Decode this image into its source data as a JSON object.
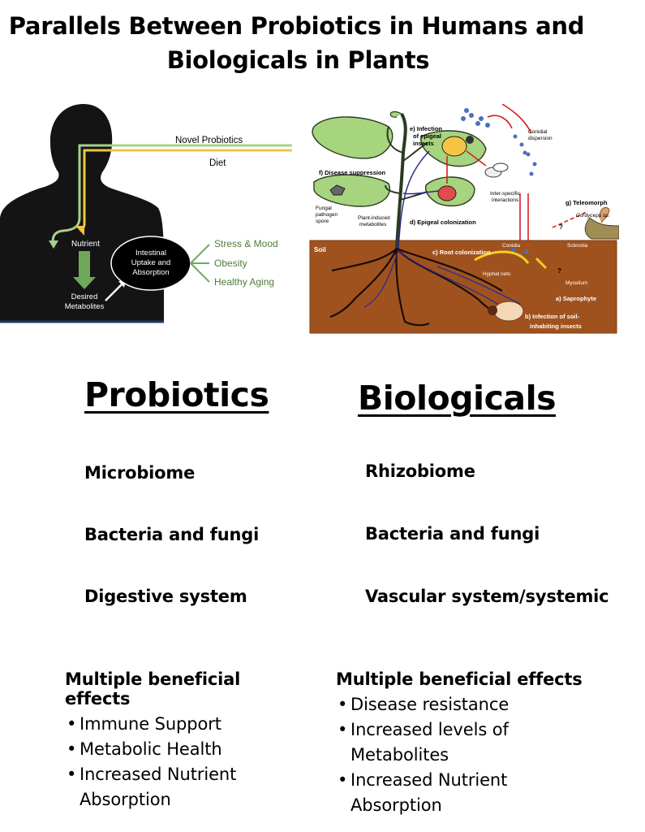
{
  "title": {
    "line1": "Parallels Between Probiotics in Humans and",
    "line2": "Biologicals in Plants"
  },
  "human_figure": {
    "novel_probiotics": "Novel Probiotics",
    "diet": "Diet",
    "nutrient": "Nutrient",
    "desired_metabolites_1": "Desired",
    "desired_metabolites_2": "Metabolites",
    "intestinal_1": "Intestinal",
    "intestinal_2": "Uptake and",
    "intestinal_3": "Absorption",
    "outcomes": [
      "Stress & Mood",
      "Obesity",
      "Healthy Aging"
    ]
  },
  "plant_figure": {
    "e_infection_1": "e) Infection",
    "e_infection_2": "of epigeal",
    "e_infection_3": "insects",
    "conidial_1": "Conidial",
    "conidial_2": "dispersion",
    "f_disease": "f) Disease suppression",
    "inter_specific_1": "Inter-specific",
    "inter_specific_2": "interactions",
    "g_teleomorph": "g) Teleomorph",
    "cordyceps": "Cordyceps sp.",
    "fungal_1": "Fungal",
    "fungal_2": "pathogen",
    "fungal_3": "spore",
    "plant_induced_1": "Plant-induced",
    "plant_induced_2": "metabolites",
    "d_epigeal": "d) Epigeal colonization",
    "q1": "?",
    "q2": "?",
    "soil": "Soil",
    "c_root": "c) Root colonization",
    "conidia": "Conidia",
    "sclerotia": "Sclerotia",
    "hyphal_nets": "Hyphal nets",
    "mycelium": "Mycelium",
    "a_saprophyte": "a) Saprophyte",
    "b_infection_1": "b) Infection of soil-",
    "b_infection_2": "inhabiting insects"
  },
  "left": {
    "heading": "Probiotics",
    "rows": [
      "Microbiome",
      "Bacteria and fungi",
      "Digestive system"
    ],
    "effects_title": "Multiple beneficial effects",
    "effects": [
      "Immune Support",
      "Metabolic Health",
      "Increased Nutrient Absorption"
    ]
  },
  "right": {
    "heading": "Biologicals",
    "rows": [
      "Rhizobiome",
      "Bacteria and fungi",
      "Vascular system/systemic"
    ],
    "effects_title": "Multiple beneficial effects",
    "effects": [
      "Disease resistance",
      "Increased levels of Metabolites",
      "Increased Nutrient Absorption"
    ]
  },
  "colors": {
    "green_line": "#a8cf8c",
    "yellow_line": "#f0c542",
    "soil": "#a0521e",
    "leaf": "#a7d47e",
    "outcome_text": "#4e7c3a"
  }
}
